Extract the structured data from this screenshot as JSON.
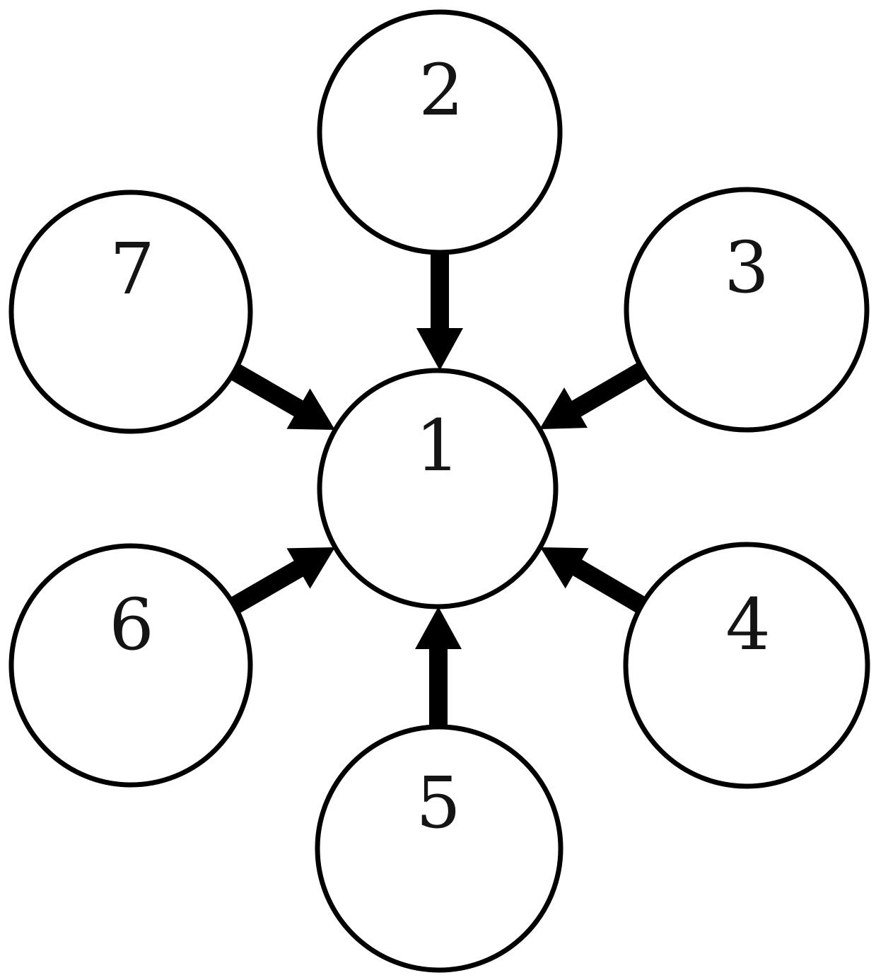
{
  "diagram": {
    "type": "hub-and-spoke",
    "description": "Six outer numbered circles each point an arrow at the central circle 1",
    "hub_node": "1",
    "node_count": 7,
    "edge_count": 6,
    "nodes": [
      {
        "id": "1",
        "label": "1",
        "role": "hub"
      },
      {
        "id": "2",
        "label": "2",
        "role": "spoke"
      },
      {
        "id": "3",
        "label": "3",
        "role": "spoke"
      },
      {
        "id": "4",
        "label": "4",
        "role": "spoke"
      },
      {
        "id": "5",
        "label": "5",
        "role": "spoke"
      },
      {
        "id": "6",
        "label": "6",
        "role": "spoke"
      },
      {
        "id": "7",
        "label": "7",
        "role": "spoke"
      }
    ],
    "edges": [
      {
        "from": "2",
        "to": "1",
        "direction": "down"
      },
      {
        "from": "3",
        "to": "1",
        "direction": "down-left"
      },
      {
        "from": "4",
        "to": "1",
        "direction": "up-left"
      },
      {
        "from": "5",
        "to": "1",
        "direction": "up"
      },
      {
        "from": "6",
        "to": "1",
        "direction": "up-right"
      },
      {
        "from": "7",
        "to": "1",
        "direction": "down-right"
      }
    ],
    "colors": {
      "stroke": "#000000",
      "node_fill": "#ffffff",
      "label": "#141414",
      "background": "#ffffff"
    }
  }
}
